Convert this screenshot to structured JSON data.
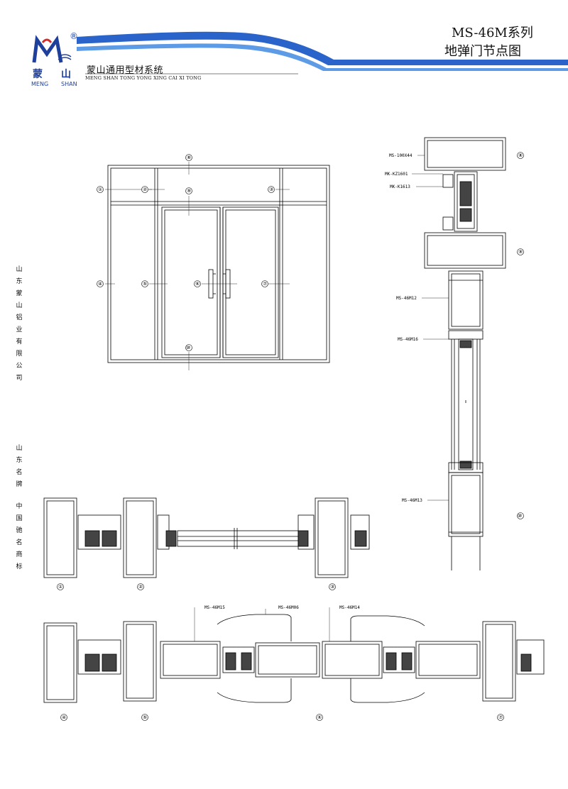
{
  "title": {
    "series": "MS-46M系列",
    "name": "地弹门节点图"
  },
  "brand": {
    "logo_top_left": "蒙",
    "logo_top_right": "山",
    "logo_bottom_left": "MENG",
    "logo_bottom_right": "SHAN",
    "registered_mark": "®",
    "system_cn": "蒙山通用型材系统",
    "system_en": "MENG SHAN TONG YONG XING CAI XI TONG"
  },
  "side_text": {
    "company": "山东蒙山铝业有限公司",
    "award_1": "山东名牌",
    "award_2": "中国驰名商标"
  },
  "colors": {
    "header_blue": "#2a63c9",
    "header_light_blue": "#5e9be6",
    "logo_blue": "#1e3f9c",
    "logo_red": "#d62b2b",
    "line": "#000000"
  },
  "elevation": {
    "markers": [
      "①",
      "②",
      "③",
      "④",
      "⑤",
      "⑥",
      "⑦",
      "⑧",
      "⑨",
      "⑩"
    ]
  },
  "section_labels": {
    "ms_100x44": "MS-100X44",
    "mk_kz1601": "MK-KZ1601",
    "mk_k1613": "MK-K1613",
    "ms_46m12": "MS-46M12",
    "ms_46m16": "MS-46M16",
    "ms_46m13": "MS-46M13",
    "ms_46m15": "MS-46M15",
    "ms_46m06": "MS-46M06",
    "ms_46m14": "MS-46M14"
  },
  "section_markers": {
    "v8": "⑧",
    "v9": "⑨",
    "v10": "⑩",
    "h1": "①",
    "h2": "②",
    "h3": "③",
    "h4": "④",
    "h5": "⑤",
    "h6": "⑥",
    "h7": "⑦"
  }
}
